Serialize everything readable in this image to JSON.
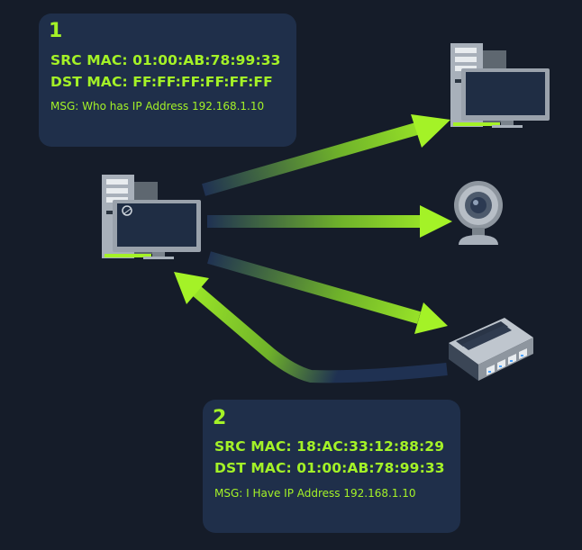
{
  "colors": {
    "background": "#151c29",
    "box": "#1f2f4a",
    "accent_green": "#a4f227",
    "arrow_dark": "#1f3152"
  },
  "request": {
    "step": "1",
    "src_mac": "SRC MAC: 01:00:AB:78:99:33",
    "dst_mac": "DST MAC: FF:FF:FF:FF:FF:FF",
    "msg": "MSG: Who has IP Address 192.168.1.10"
  },
  "reply": {
    "step": "2",
    "src_mac": "SRC MAC: 18:AC:33:12:88:29",
    "dst_mac": "DST MAC: 01:00:AB:78:99:33",
    "msg": "MSG: I Have IP Address 192.168.1.10"
  },
  "nodes": [
    {
      "name": "sender-computer",
      "icon": "desktop-computer-icon"
    },
    {
      "name": "target-computer",
      "icon": "desktop-computer-icon"
    },
    {
      "name": "webcam",
      "icon": "webcam-icon"
    },
    {
      "name": "network-switch",
      "icon": "network-switch-icon"
    }
  ]
}
